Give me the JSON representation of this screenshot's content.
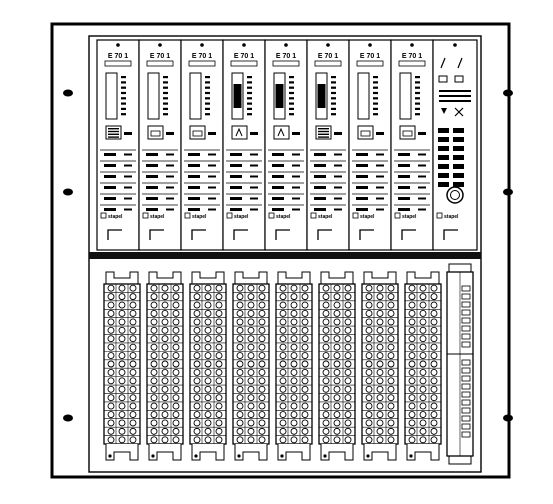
{
  "drawing": {
    "modules": [
      {
        "label": "E 70 1",
        "indicator": "bargraph",
        "button": "text"
      },
      {
        "label": "E 70 1",
        "indicator": "bargraph",
        "button": "plain"
      },
      {
        "label": "E 70 1",
        "indicator": "bargraph",
        "button": "plain"
      },
      {
        "label": "E 70 1",
        "indicator": "bargraph-filled",
        "button": "arrow"
      },
      {
        "label": "E 70 1",
        "indicator": "bargraph-filled",
        "button": "arrow"
      },
      {
        "label": "E 70 1",
        "indicator": "bargraph-filled",
        "button": "text"
      },
      {
        "label": "E 70 1",
        "indicator": "bargraph",
        "button": "plain"
      },
      {
        "label": "E 70 1",
        "indicator": "bargraph",
        "button": "plain"
      }
    ],
    "brand_text": "stapel",
    "colors": {
      "ink": "#000000",
      "paper": "#ffffff",
      "rail": "#111111"
    },
    "terminal_block_count": 8,
    "terminal_rows": 19
  }
}
